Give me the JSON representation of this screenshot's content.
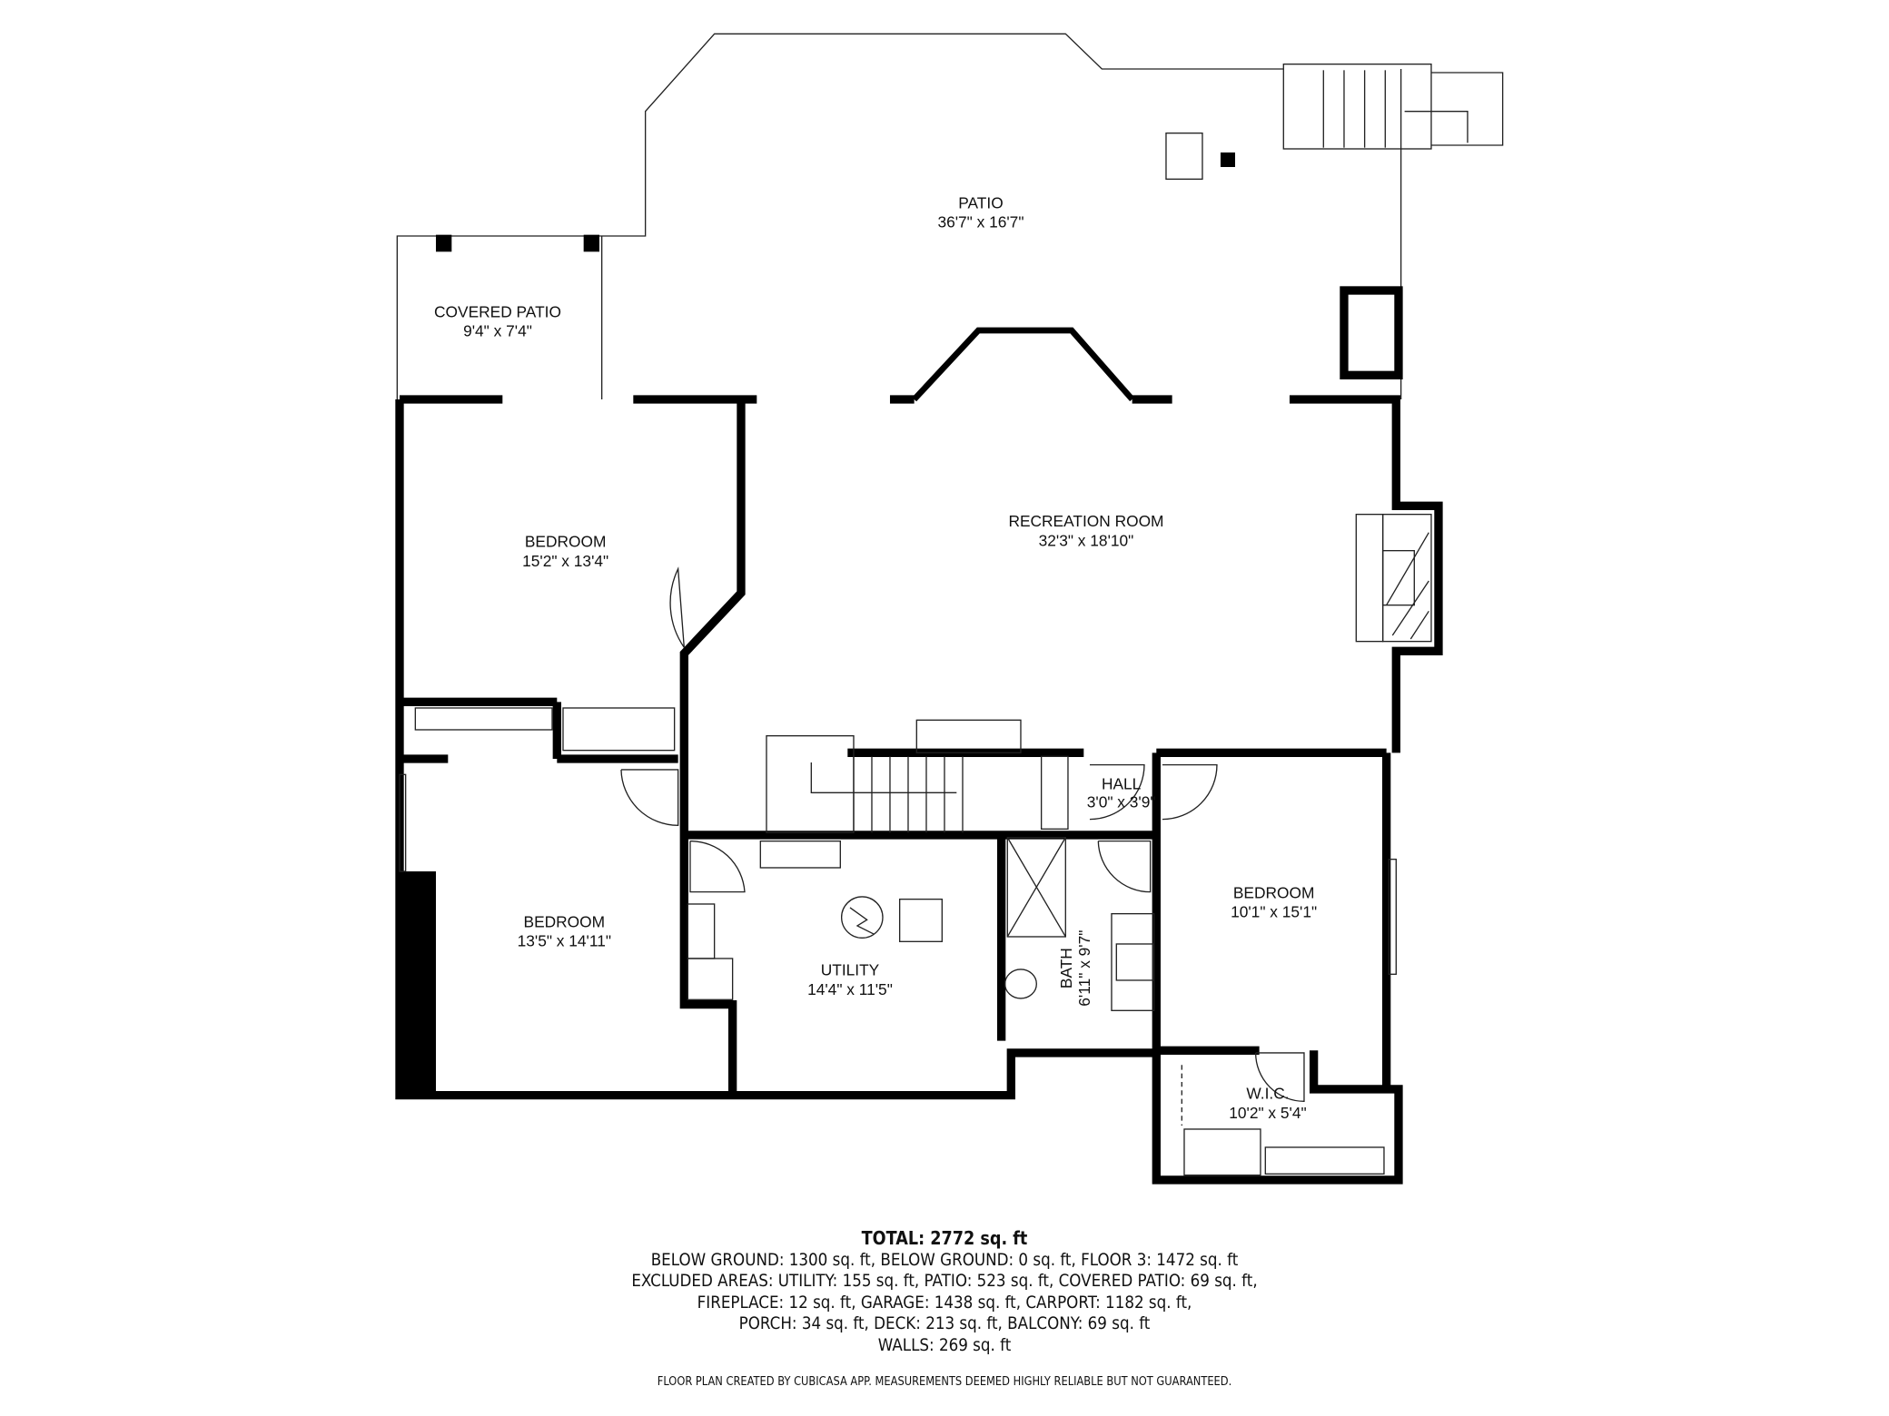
{
  "rooms": [
    {
      "name": "PATIO",
      "size": "36'7\" x 16'7\""
    },
    {
      "name": "COVERED PATIO",
      "size": "9'4\" x 7'4\""
    },
    {
      "name": "BEDROOM",
      "size": "15'2\" x 13'4\""
    },
    {
      "name": "RECREATION ROOM",
      "size": "32'3\" x 18'10\""
    },
    {
      "name": "HALL",
      "size": "3'0\" x 3'9\""
    },
    {
      "name": "BEDROOM",
      "size": "13'5\" x 14'11\""
    },
    {
      "name": "UTILITY",
      "size": "14'4\" x 11'5\""
    },
    {
      "name": "BATH",
      "size": "6'11\" x 9'7\""
    },
    {
      "name": "BEDROOM",
      "size": "10'1\" x 15'1\""
    },
    {
      "name": "W.I.C.",
      "size": "10'2\" x 5'4\""
    }
  ],
  "summary": {
    "total": "TOTAL: 2772 sq. ft",
    "lines": [
      "BELOW GROUND: 1300 sq. ft, BELOW GROUND: 0 sq. ft, FLOOR 3: 1472 sq. ft",
      "EXCLUDED AREAS: UTILITY: 155 sq. ft, PATIO: 523 sq. ft, COVERED PATIO: 69 sq. ft,",
      "FIREPLACE: 12 sq. ft, GARAGE: 1438 sq. ft, CARPORT: 1182 sq. ft,",
      "PORCH: 34 sq. ft, DECK: 213 sq. ft, BALCONY: 69 sq. ft",
      "WALLS: 269 sq. ft"
    ]
  },
  "credit": "FLOOR PLAN CREATED BY CUBICASA APP. MEASUREMENTS DEEMED HIGHLY RELIABLE BUT NOT GUARANTEED."
}
